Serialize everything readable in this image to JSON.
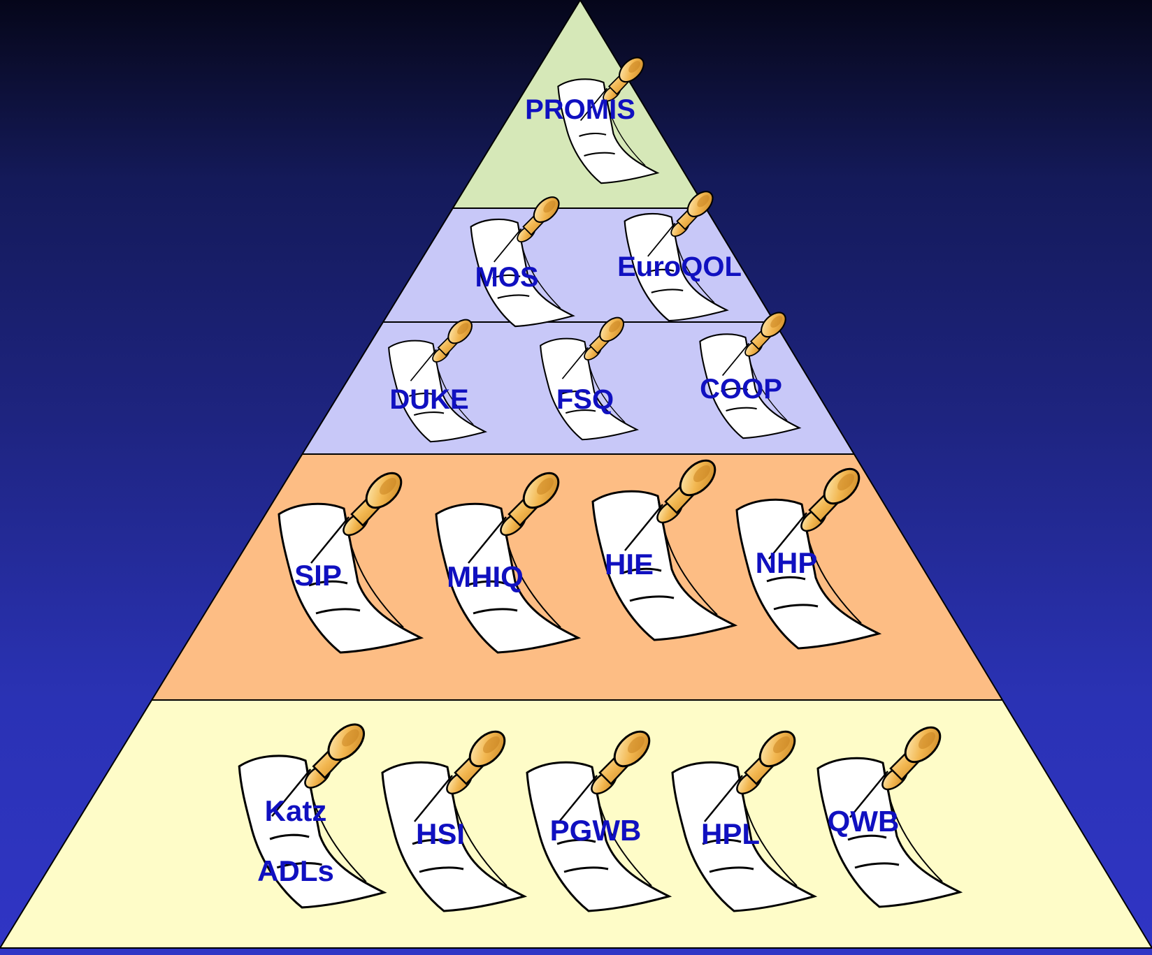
{
  "colors": {
    "tier_top": "#d6e8b8",
    "tier_second": "#c8c8f8",
    "tier_third": "#fdbd84",
    "tier_bottom": "#fefcc8",
    "label": "#1010c0",
    "pin": "#f2b64f"
  },
  "icon": "pinned-note-icon",
  "tiers": [
    {
      "name": "tier-1",
      "notes": [
        {
          "label": "PROMIS"
        }
      ]
    },
    {
      "name": "tier-2",
      "notes": [
        {
          "label": "MOS"
        },
        {
          "label": "EuroQOL"
        },
        {
          "label": "DUKE"
        },
        {
          "label": "FSQ"
        },
        {
          "label": "COOP"
        }
      ]
    },
    {
      "name": "tier-3",
      "notes": [
        {
          "label": "SIP"
        },
        {
          "label": "MHIQ"
        },
        {
          "label": "HIE"
        },
        {
          "label": "NHP"
        }
      ]
    },
    {
      "name": "tier-4",
      "notes": [
        {
          "label": "Katz ADLs",
          "lines": [
            "Katz",
            "ADLs"
          ]
        },
        {
          "label": "HSI"
        },
        {
          "label": "PGWB"
        },
        {
          "label": "HPL"
        },
        {
          "label": "QWB"
        }
      ]
    }
  ]
}
